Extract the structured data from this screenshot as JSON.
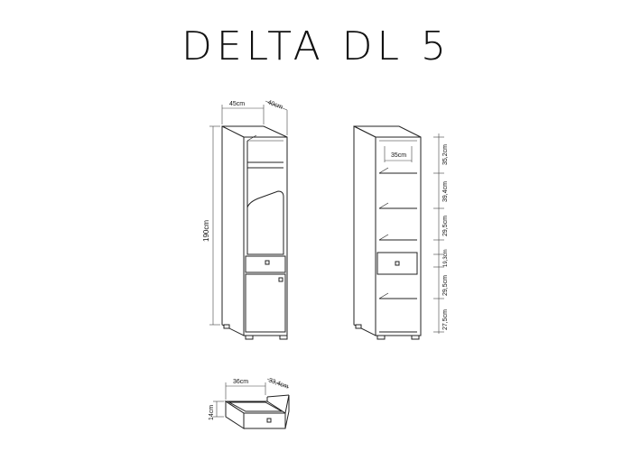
{
  "title": "DELTA DL 5",
  "front_view": {
    "width": "45cm",
    "depth": "40cm",
    "height": "190cm"
  },
  "shelf_view": {
    "inner_width": "35cm",
    "compartments": [
      "35,2cm",
      "39,4cm",
      "29,5cm",
      "19,3cm",
      "29,5cm",
      "27,5cm"
    ]
  },
  "drawer_view": {
    "width": "36cm",
    "depth": "33,4cm",
    "height": "14cm"
  }
}
